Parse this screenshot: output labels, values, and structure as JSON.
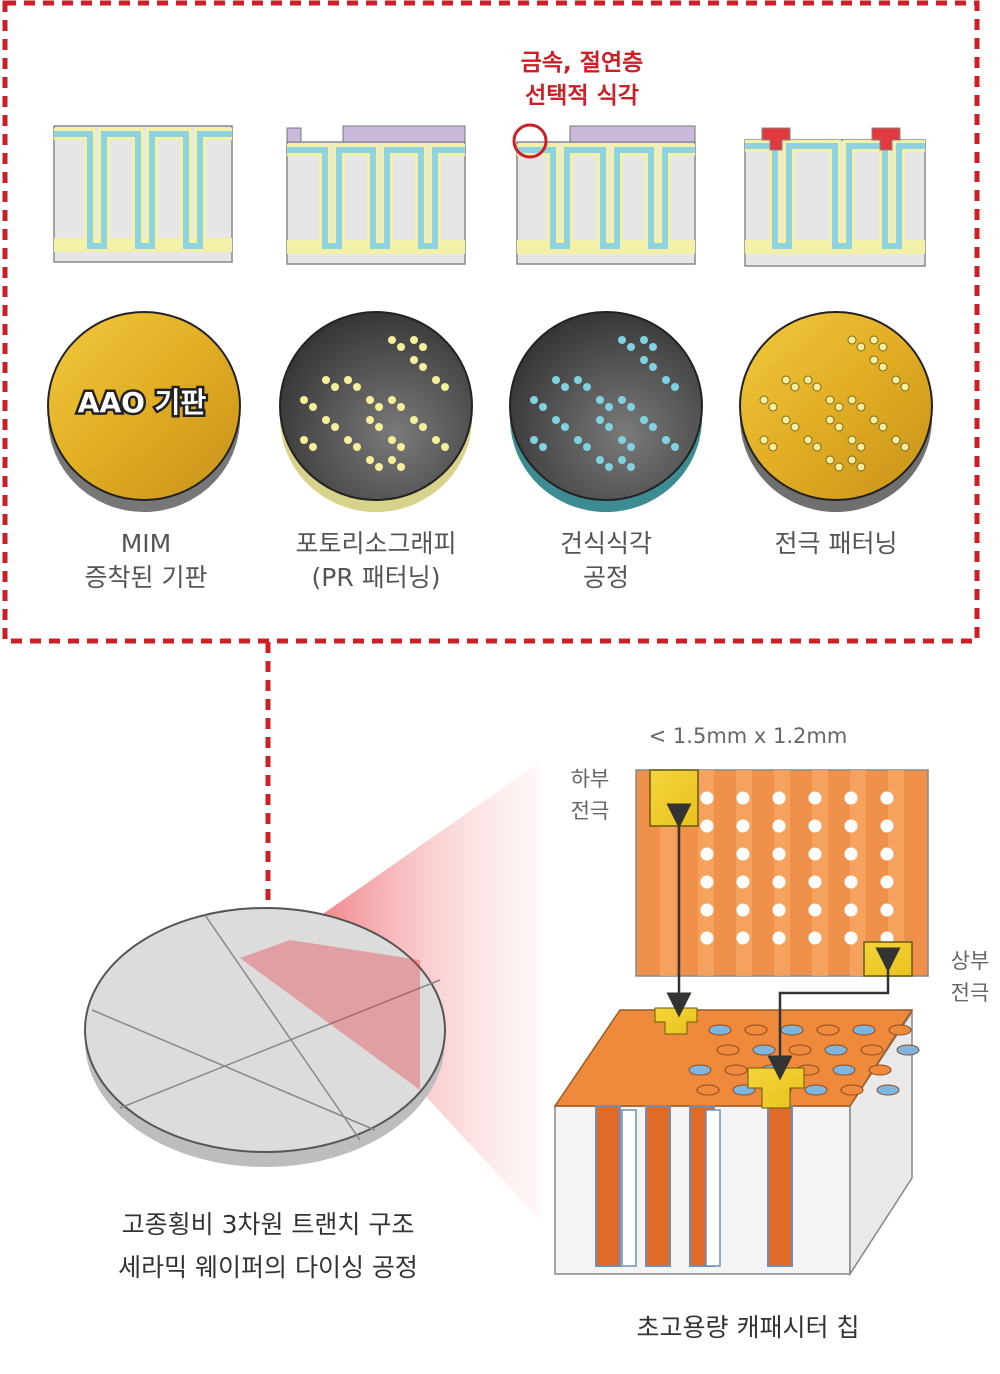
{
  "top_panel": {
    "annotation_line1": "금속, 절연층",
    "annotation_line2": "선택적 식각",
    "disc_label": "AAO 기판",
    "steps": [
      {
        "line1": "MIM",
        "line2": "증착된 기판"
      },
      {
        "line1": "포토리소그래피",
        "line2": "(PR 패터닝)"
      },
      {
        "line1": "건식식각",
        "line2": "공정"
      },
      {
        "line1": "전극 패터닝",
        "line2": ""
      }
    ]
  },
  "bottom": {
    "dimension": "< 1.5mm x 1.2mm",
    "lower_electrode_line1": "하부",
    "lower_electrode_line2": "전극",
    "upper_electrode_line1": "상부",
    "upper_electrode_line2": "전극",
    "wafer_caption_line1": "고종횡비 3차원 트랜치 구조",
    "wafer_caption_line2": "세라믹 웨이퍼의 다이싱 공정",
    "chip_caption": "초고용량 캐패시터 칩"
  },
  "colors": {
    "accent_red": "#cc1f26",
    "gold": "#e2b32c",
    "dark_disc": "#3c3c3c",
    "orange": "#ef8a3c",
    "cyan": "#8fd3e0"
  }
}
